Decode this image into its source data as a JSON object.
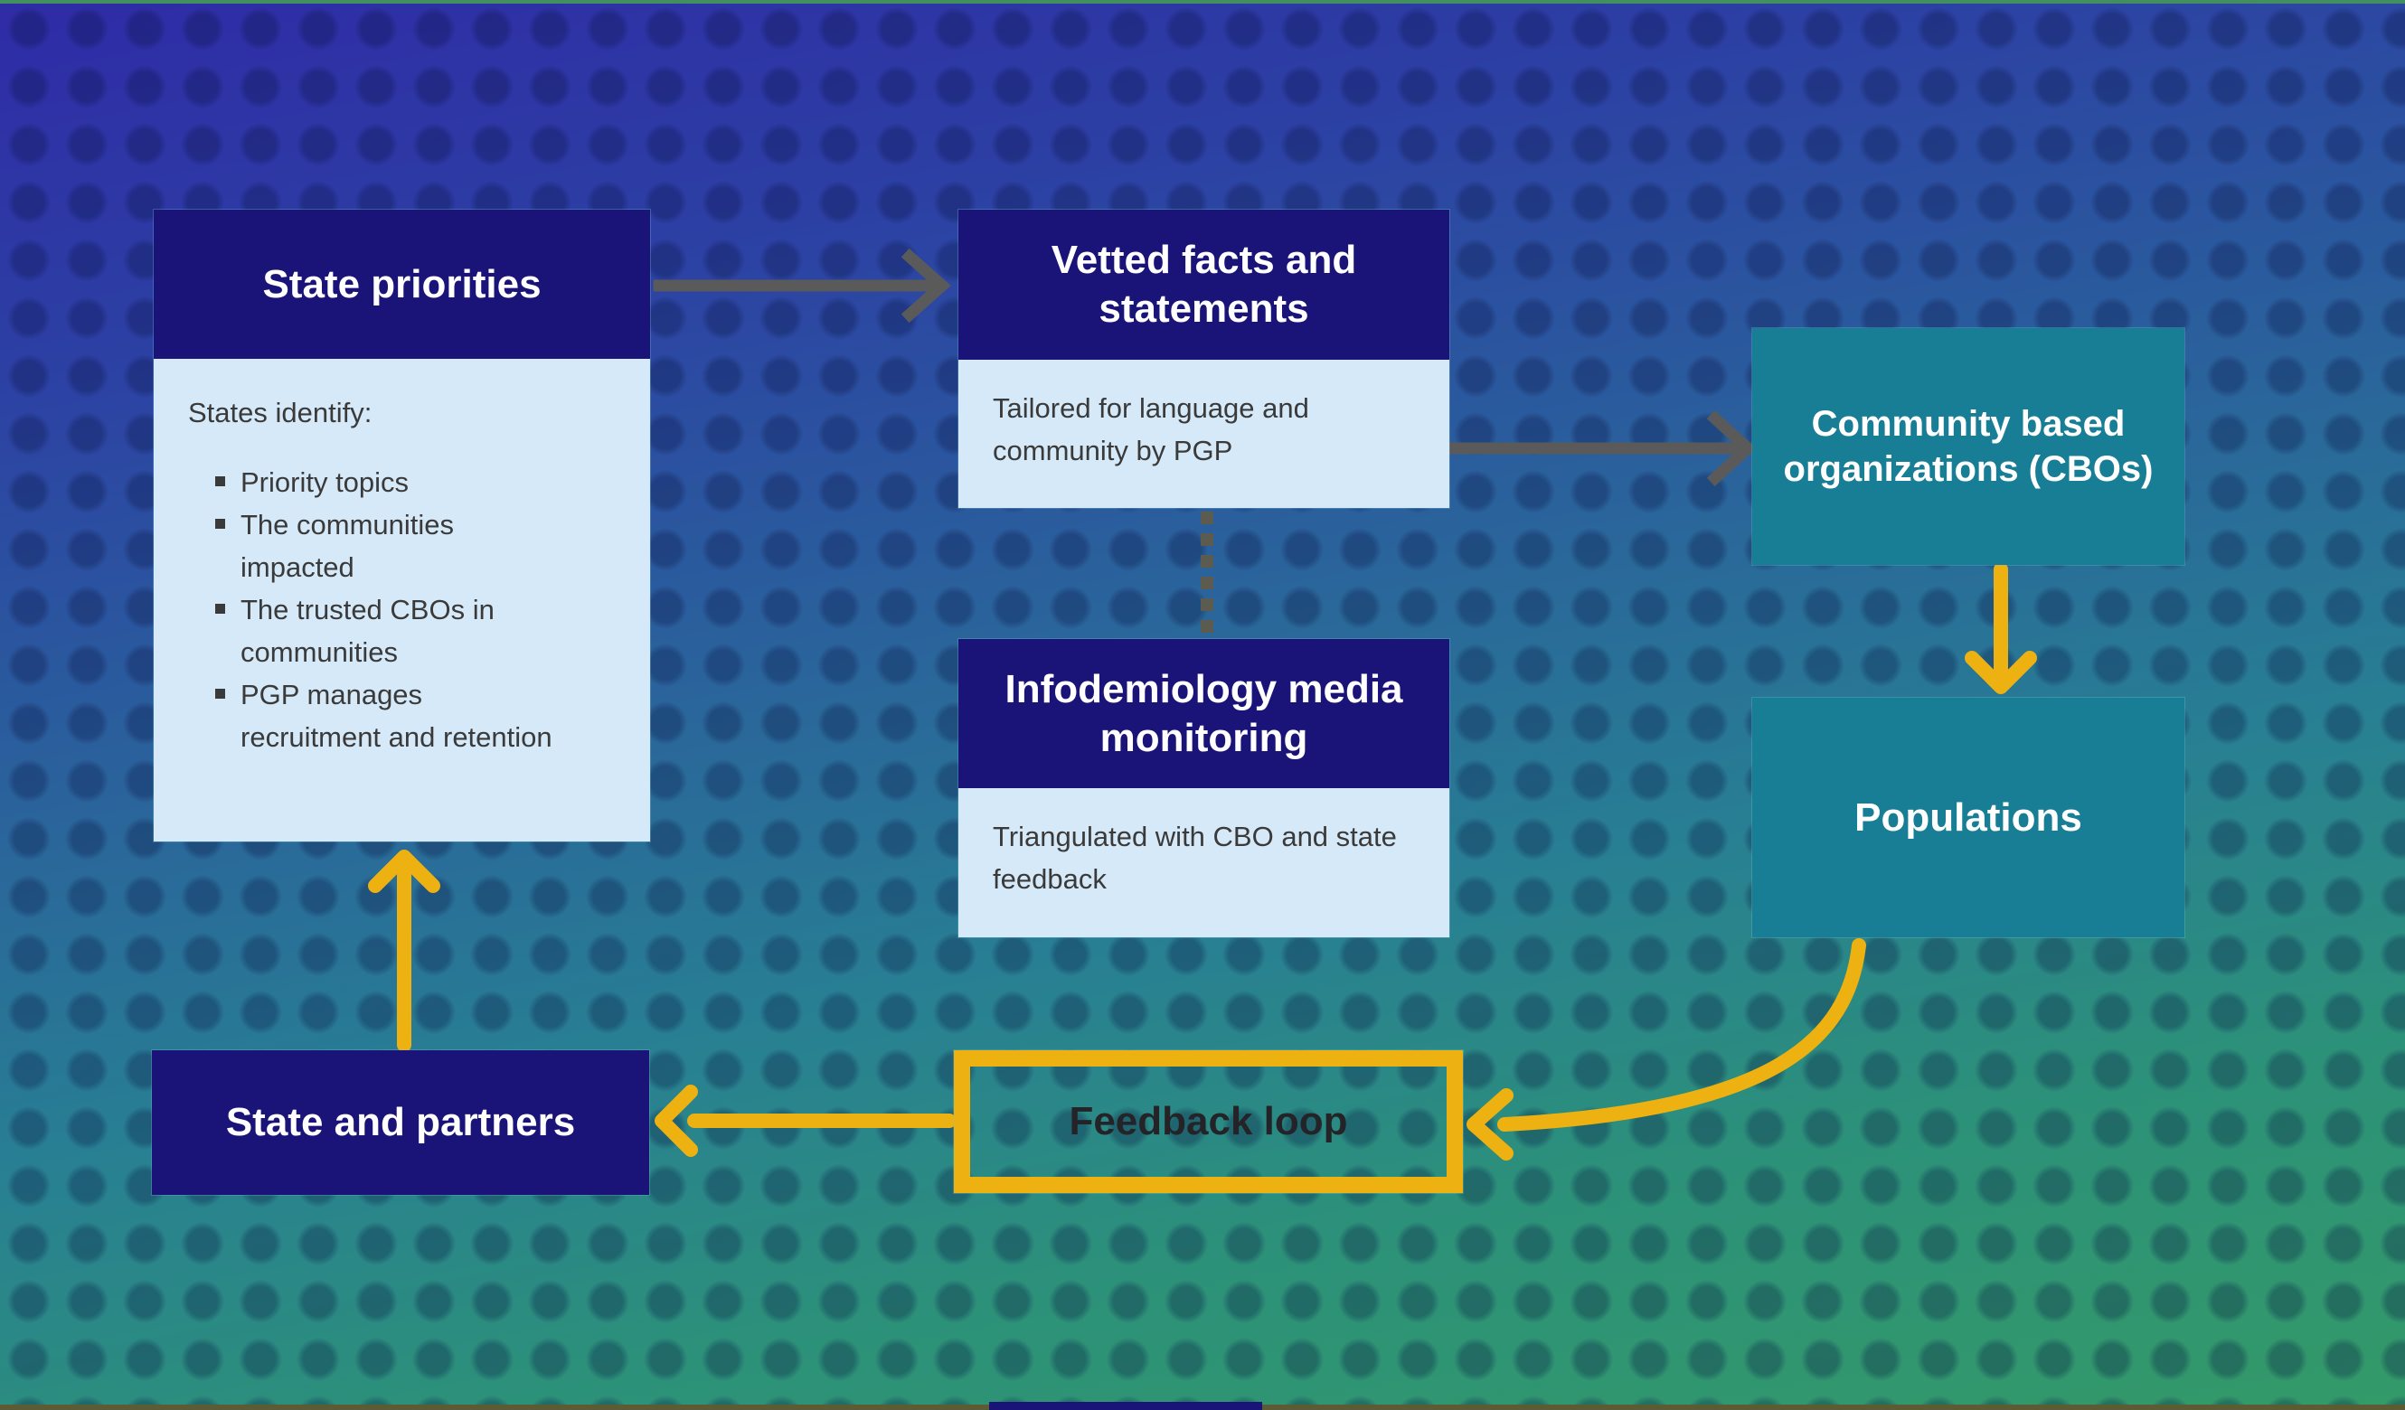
{
  "colors": {
    "navy": "#1b1478",
    "light_blue": "#d6e9f8",
    "teal": "#187e95",
    "yellow": "#edb111",
    "gray_arrow": "#5a5a5a",
    "body_text": "#3a3a3a",
    "feedback_text": "#242428"
  },
  "boxes": {
    "state_priorities": {
      "title": "State priorities",
      "intro": "States identify:",
      "bullets": [
        "Priority topics",
        "The communities impacted",
        "The trusted CBOs in communities",
        "PGP manages recruitment and retention"
      ]
    },
    "vetted_facts": {
      "title": "Vetted facts and statements",
      "body": "Tailored for language and community by PGP"
    },
    "infodemiology": {
      "title": "Infodemiology media monitoring",
      "body": "Triangulated with CBO and state feedback"
    },
    "cbos": {
      "title": "Community based organizations (CBOs)"
    },
    "populations": {
      "title": "Populations"
    },
    "feedback_loop": {
      "title": "Feedback loop"
    },
    "state_partners": {
      "title": "State and partners"
    }
  },
  "connections": [
    {
      "from": "state_priorities",
      "to": "vetted_facts",
      "style": "solid-gray"
    },
    {
      "from": "vetted_facts",
      "to": "cbos",
      "style": "solid-gray"
    },
    {
      "from": "vetted_facts",
      "to": "infodemiology",
      "style": "dotted-gray"
    },
    {
      "from": "cbos",
      "to": "populations",
      "style": "solid-yellow"
    },
    {
      "from": "populations",
      "to": "feedback_loop",
      "style": "curved-yellow"
    },
    {
      "from": "feedback_loop",
      "to": "state_partners",
      "style": "solid-yellow"
    },
    {
      "from": "state_partners",
      "to": "state_priorities",
      "style": "solid-yellow"
    }
  ]
}
